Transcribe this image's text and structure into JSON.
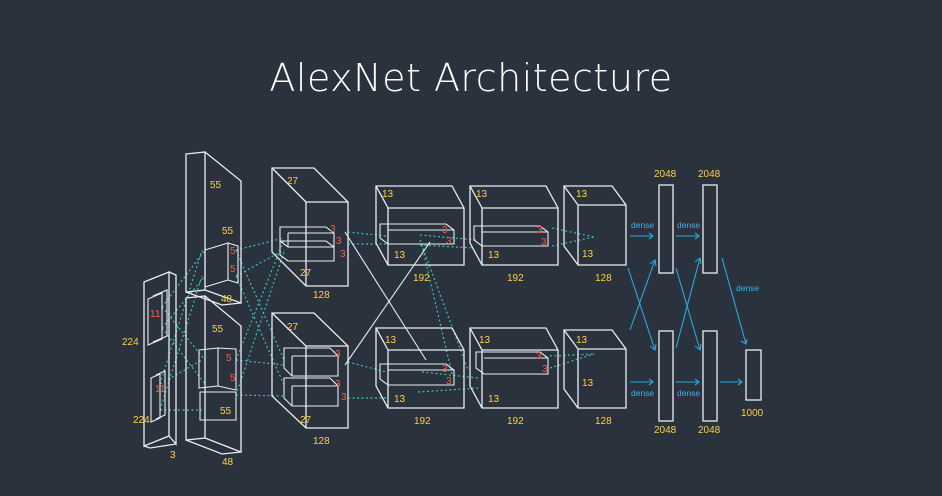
{
  "title": "AlexNet Architecture",
  "colors": {
    "background": "#2a323d",
    "outline": "#e9edf2",
    "dimension_label": "#ffd23a",
    "kernel_label": "#ff5c45",
    "dashed_connection": "#37c2b6",
    "dense_arrow": "#2aa8e0"
  },
  "input": {
    "height": "224",
    "width": "224",
    "depth": "3",
    "kernel_a": "11",
    "kernel_b": "11"
  },
  "conv1": {
    "depth_top": "55",
    "inner_top": "55",
    "kernel_top_a": "5",
    "kernel_top_b": "5",
    "channels_top": "48",
    "depth_bottom": "55",
    "kernel_bottom_a": "5",
    "kernel_bottom_b": "5",
    "inner_bottom": "55",
    "channels_bottom": "48"
  },
  "conv2": {
    "size_top": "27",
    "inner_top": "27",
    "kernel_top_a": "3",
    "kernel_top_b": "3",
    "kernel_top_c": "3",
    "channels_top": "128",
    "size_bottom": "27",
    "kernel_bottom_a": "3",
    "kernel_bottom_b": "3",
    "kernel_bottom_c": "3",
    "inner_bottom": "27",
    "channels_bottom": "128"
  },
  "conv3": {
    "size_top": "13",
    "inner_top": "13",
    "kernel_top_a": "3",
    "kernel_top_b": "3",
    "channels_top": "192",
    "size_bottom": "13",
    "inner_bottom": "13",
    "kernel_bottom_a": "3",
    "kernel_bottom_b": "3",
    "channels_bottom": "192"
  },
  "conv4": {
    "size_top": "13",
    "inner_top": "13",
    "kernel_top_a": "3",
    "kernel_top_b": "3",
    "channels_top": "192",
    "size_bottom": "13",
    "inner_bottom": "13",
    "kernel_bottom_a": "3",
    "kernel_bottom_b": "3",
    "channels_bottom": "192"
  },
  "conv5": {
    "size_top": "13",
    "inner_top": "13",
    "channels_top": "128",
    "size_bottom": "13",
    "inner_bottom": "13",
    "channels_bottom": "128"
  },
  "dense1": {
    "size_top": "2048",
    "size_bottom": "2048",
    "label_top": "dense",
    "label_bottom": "dense"
  },
  "dense2": {
    "size_top": "2048",
    "size_bottom": "2048",
    "label_top": "dense",
    "label_bottom": "dense"
  },
  "output": {
    "size": "1000",
    "label": "dense"
  }
}
